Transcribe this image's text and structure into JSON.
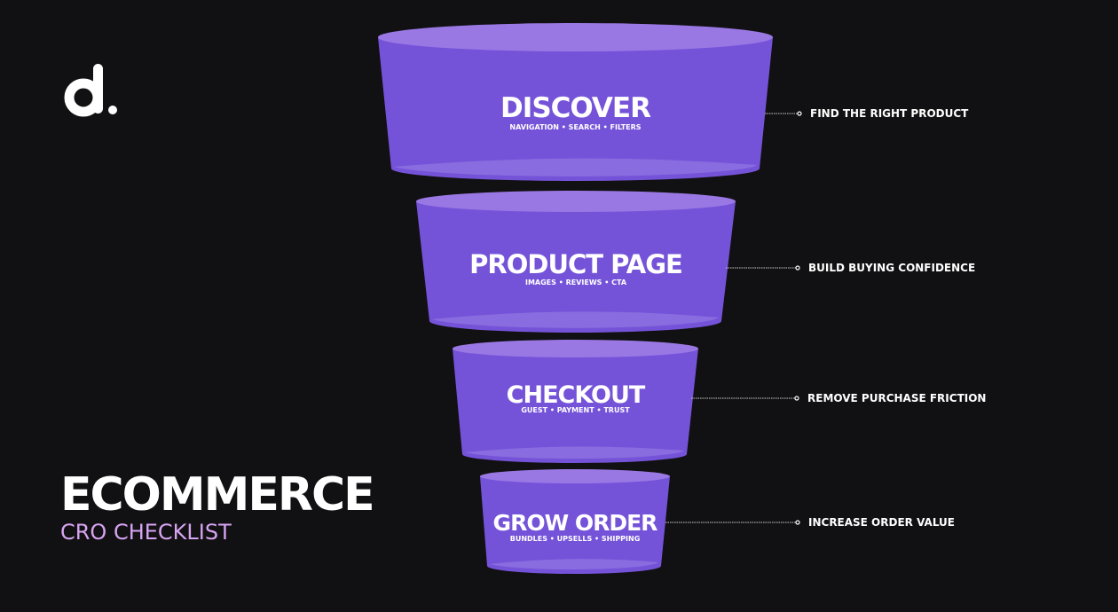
{
  "colors": {
    "background": "#111012",
    "funnel_fill": "#7553d9",
    "funnel_rim": "#9a78e4",
    "funnel_bottom": "#8c6fdf",
    "accent_text": "#d7a4f2",
    "label_text": "#ffffff"
  },
  "logo": {
    "icon": "d-logo-icon"
  },
  "title": {
    "main": "ECOMMERCE",
    "sub": "CRO CHECKLIST"
  },
  "stages": [
    {
      "title": "DISCOVER",
      "subtitle": "NAVIGATION • SEARCH • FILTERS",
      "note": "FIND THE RIGHT PRODUCT"
    },
    {
      "title": "PRODUCT PAGE",
      "subtitle": "IMAGES • REVIEWS • CTA",
      "note": "BUILD BUYING CONFIDENCE"
    },
    {
      "title": "CHECKOUT",
      "subtitle": "GUEST • PAYMENT • TRUST",
      "note": "REMOVE PURCHASE FRICTION"
    },
    {
      "title": "GROW ORDER",
      "subtitle": "BUNDLES • UPSELLS • SHIPPING",
      "note": "INCREASE ORDER VALUE"
    }
  ]
}
